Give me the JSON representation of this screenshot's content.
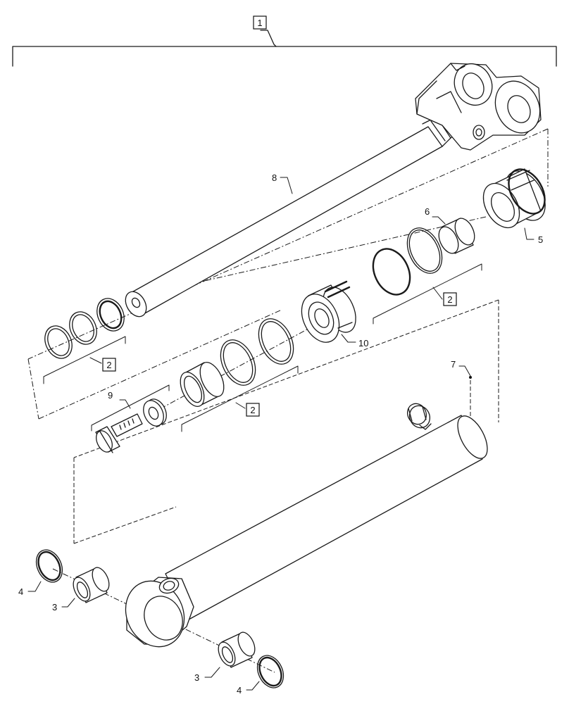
{
  "callouts": {
    "assembly": "1",
    "kit_top": "2",
    "kit_left": "2",
    "kit_mid": "2",
    "ring_left_top": "4",
    "bushing_left": "3",
    "bushing_bottom": "3",
    "ring_bottom": "4",
    "gland": "5",
    "wear_ring": "6",
    "grease_fitting": "7",
    "rod": "8",
    "bolt": "9",
    "piston": "10"
  }
}
